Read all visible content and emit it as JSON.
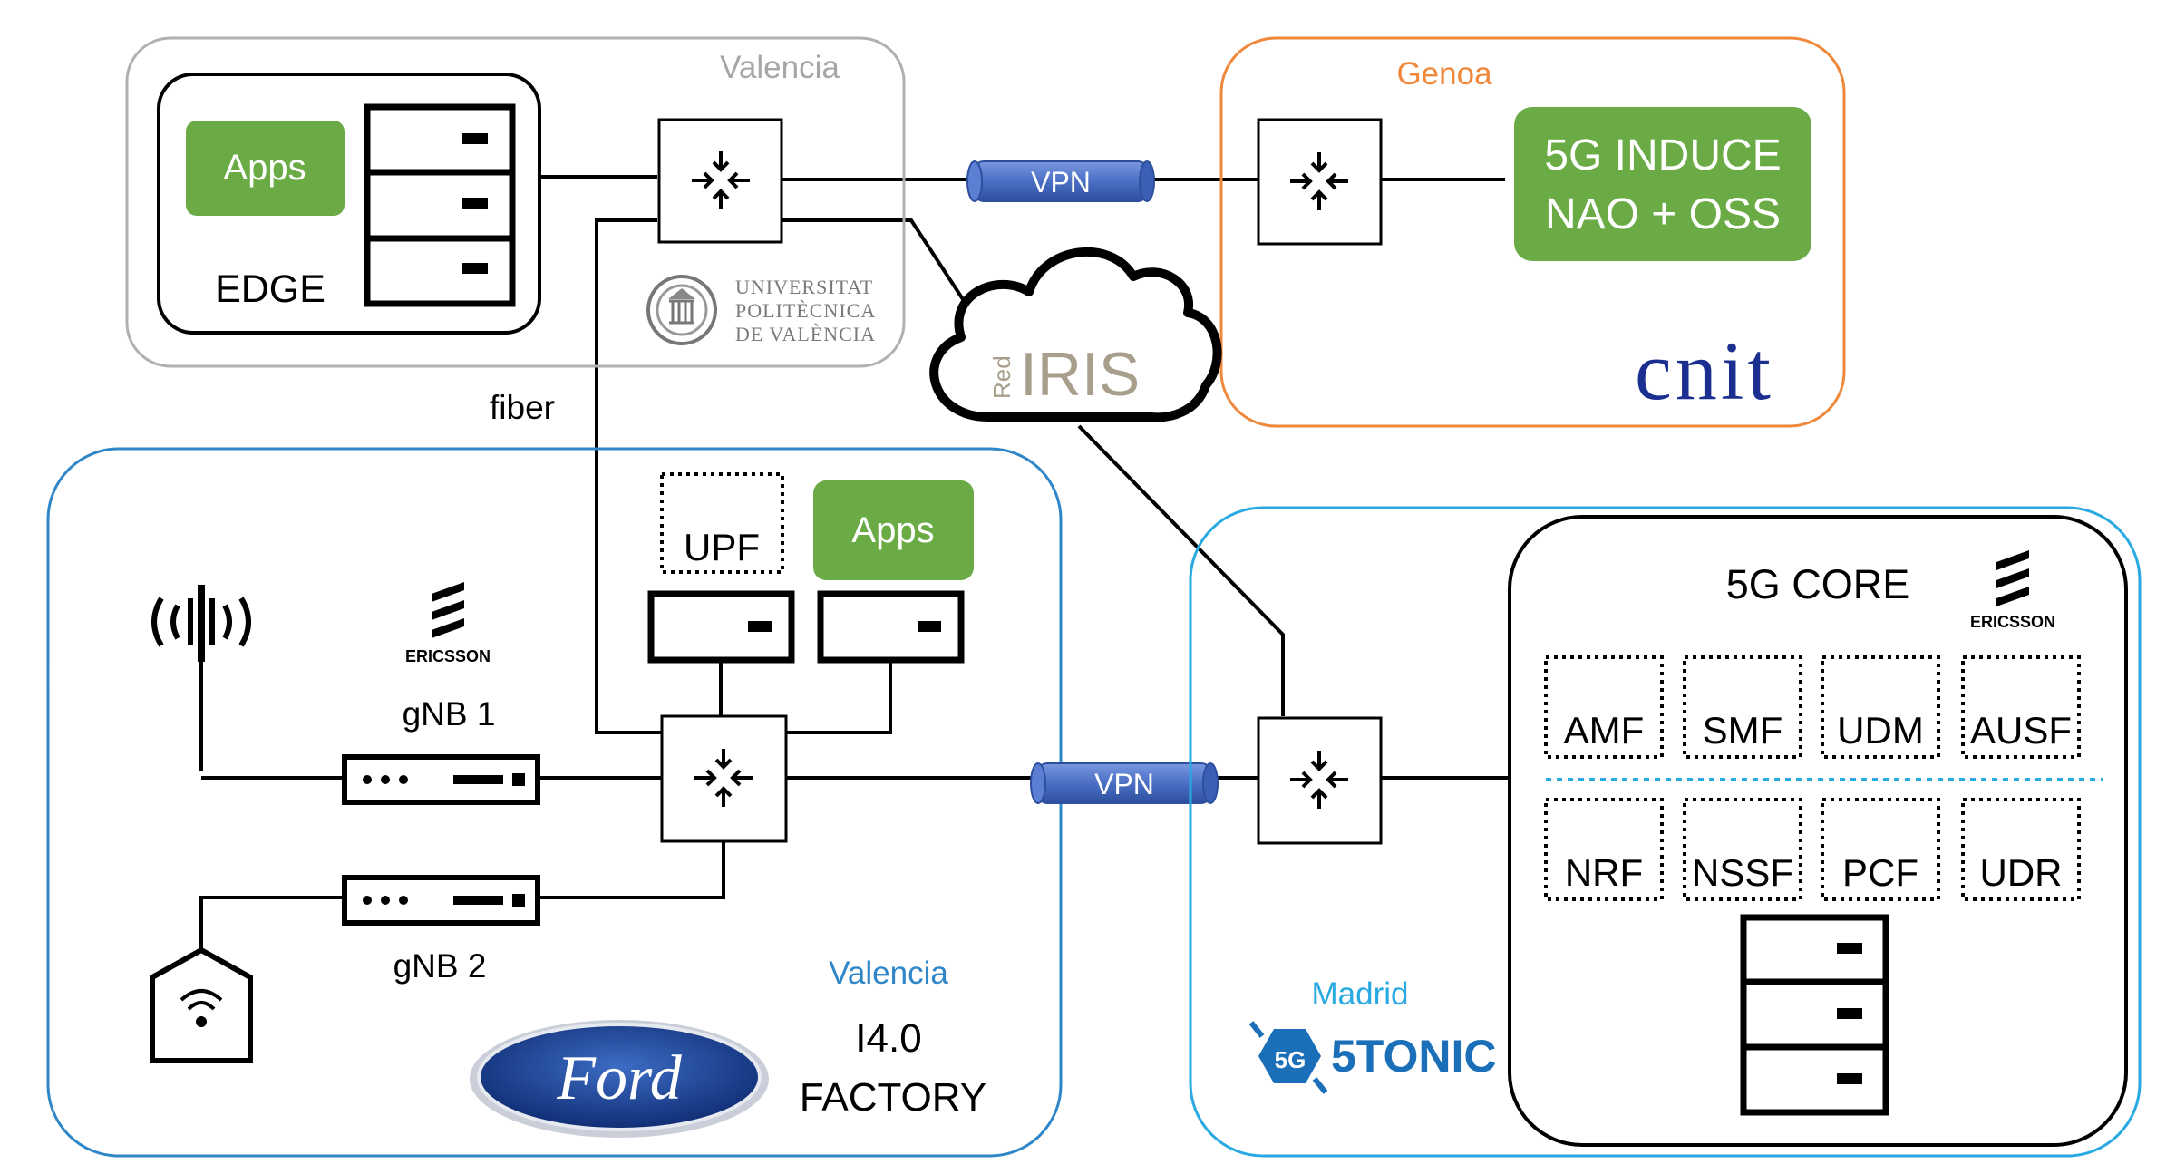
{
  "regions": {
    "valencia_top": "Valencia",
    "genoa": "Genoa",
    "valencia_factory": "Valencia",
    "madrid": "Madrid"
  },
  "edge": {
    "apps": "Apps",
    "label": "EDGE"
  },
  "upv_logo": {
    "line1": "UNIVERSITAT",
    "line2": "POLITÈCNICA",
    "line3": "DE VALÈNCIA"
  },
  "vpn_top": "VPN",
  "vpn_bottom": "VPN",
  "genoa_box": {
    "line1": "5G INDUCE",
    "line2": "NAO + OSS"
  },
  "cnit_logo": "cnit",
  "rediris": {
    "red": "Red",
    "iris": "IRIS"
  },
  "fiber": "fiber",
  "factory": {
    "upf": "UPF",
    "apps": "Apps",
    "ericsson": "ERICSSON",
    "gnb1": "gNB 1",
    "gnb2": "gNB 2",
    "title_line1": "I4.0",
    "title_line2": "FACTORY",
    "ford": "Ford"
  },
  "core": {
    "title": "5G CORE",
    "ericsson": "ERICSSON",
    "functions_row1": [
      "AMF",
      "SMF",
      "UDM",
      "AUSF"
    ],
    "functions_row2": [
      "NRF",
      "NSSF",
      "PCF",
      "UDR"
    ]
  },
  "fivetonic": "5TONIC",
  "colors": {
    "valencia_top_border": "#b0b0b0",
    "genoa_border": "#f0883c",
    "factory_border": "#2f86c8",
    "madrid_border": "#29a9e1",
    "green": "#6aab45",
    "vpn_blue": "#4a6fc4",
    "cnit_blue": "#1a2f8f",
    "ford_blue": "#163a8c",
    "fivetonic_blue": "#1b6fb8"
  }
}
